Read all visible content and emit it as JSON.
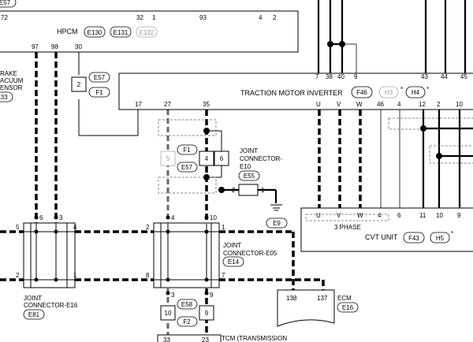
{
  "modules": {
    "hpcm": {
      "name": "HPCM",
      "connectors": [
        "E130",
        "E131",
        "E132"
      ],
      "top_pins": [
        "72",
        "32",
        "1",
        "93",
        "4",
        "2"
      ],
      "bottom_pins": [
        "97",
        "98",
        "30"
      ]
    },
    "inverter": {
      "name": "TRACTION MOTOR INVERTER",
      "connectors": [
        "F46",
        "H3",
        "H4"
      ],
      "asterisk": "*",
      "top_pins": [
        "7",
        "38",
        "40",
        "9",
        "43",
        "44",
        "45"
      ],
      "bottom_pins": [
        "17",
        "27",
        "35",
        "U",
        "V",
        "W",
        "46",
        "4",
        "12",
        "2",
        "10"
      ]
    },
    "cvt": {
      "name": "CVT UNIT",
      "connectors": [
        "F43",
        "H5"
      ],
      "asterisk": "*",
      "pins": [
        "U",
        "V",
        "W",
        "4",
        "6",
        "11",
        "10",
        "9"
      ],
      "phase_label": "3 PHASE"
    },
    "ecm": {
      "name": "ECM",
      "connector": "E16",
      "pins": [
        "138",
        "137"
      ]
    },
    "tcm": {
      "label": "TCM (TRANSMISSION",
      "pins": [
        "33",
        "23"
      ]
    },
    "brake_sensor": {
      "lines": [
        "RAKE",
        "ACUUM",
        "ENSOR"
      ],
      "connector": "133"
    }
  },
  "connectors": {
    "top_left_tag": "E57",
    "e57_f1": {
      "pin": "2",
      "tags": [
        "E57",
        "F1"
      ]
    },
    "f1_e57_pair": {
      "pins": [
        "5",
        "4"
      ],
      "tags": [
        "F1",
        "E57"
      ]
    },
    "pin_6": "6",
    "e58_f2_pair": {
      "pins": [
        "10",
        "9"
      ],
      "tags": [
        "E58",
        "F2"
      ]
    }
  },
  "joints": {
    "e10": {
      "lines": [
        "JOINT",
        "CONNECTOR-",
        "E10"
      ],
      "tag": "E55",
      "pins": [
        "2",
        "1"
      ],
      "ground_tag": "E9"
    },
    "e05": {
      "lines": [
        "JOINT",
        "CONNECTOR-E05"
      ],
      "tag": "E14",
      "pins": [
        "4",
        "10",
        "2",
        "1",
        "8",
        "7",
        "3",
        "9"
      ]
    },
    "e16": {
      "lines": [
        "JOINT",
        "CONNECTOR-E16"
      ],
      "tag": "E81",
      "pins": [
        "6",
        "3",
        "5",
        "4",
        "2",
        "1"
      ]
    }
  }
}
